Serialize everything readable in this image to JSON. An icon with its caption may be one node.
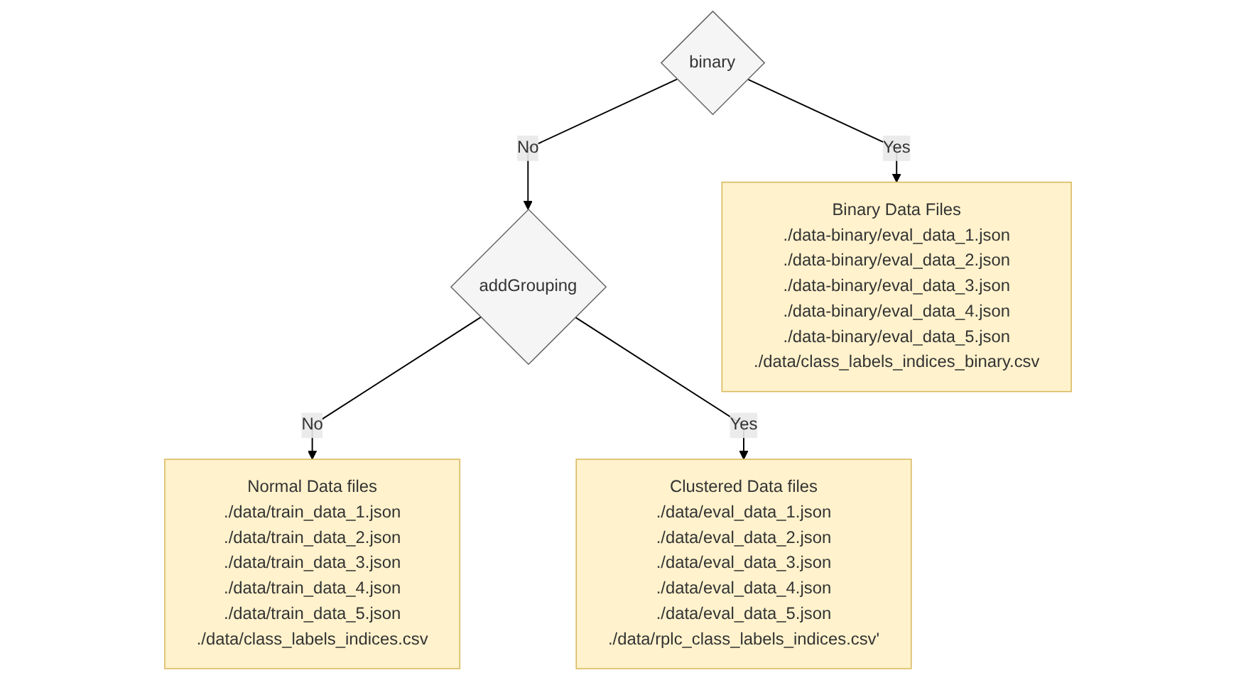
{
  "diagram": {
    "nodes": [
      {
        "text": [
          "binary"
        ]
      },
      {
        "text": [
          "addGrouping"
        ]
      },
      {
        "text": [
          "Binary Data Files",
          "./data-binary/eval_data_1.json",
          "./data-binary/eval_data_2.json",
          "./data-binary/eval_data_3.json",
          "./data-binary/eval_data_4.json",
          "./data-binary/eval_data_5.json",
          "./data/class_labels_indices_binary.csv"
        ]
      },
      {
        "text": [
          "Normal Data files",
          "./data/train_data_1.json",
          "./data/train_data_2.json",
          "./data/train_data_3.json",
          "./data/train_data_4.json",
          "./data/train_data_5.json",
          "./data/class_labels_indices.csv"
        ]
      },
      {
        "text": [
          "Clustered Data files",
          "./data/eval_data_1.json",
          "./data/eval_data_2.json",
          "./data/eval_data_3.json",
          "./data/eval_data_4.json",
          "./data/eval_data_5.json",
          "./data/rplc_class_labels_indices.csv'"
        ]
      }
    ],
    "edges": [
      {
        "from": 0,
        "to": 2,
        "arrow": "to",
        "label": "Yes"
      },
      {
        "from": 0,
        "to": 1,
        "arrow": "to",
        "label": "No"
      },
      {
        "from": 1,
        "to": 3,
        "arrow": "to",
        "label": "No"
      },
      {
        "from": 1,
        "to": 4,
        "arrow": "to",
        "label": "Yes"
      }
    ]
  }
}
